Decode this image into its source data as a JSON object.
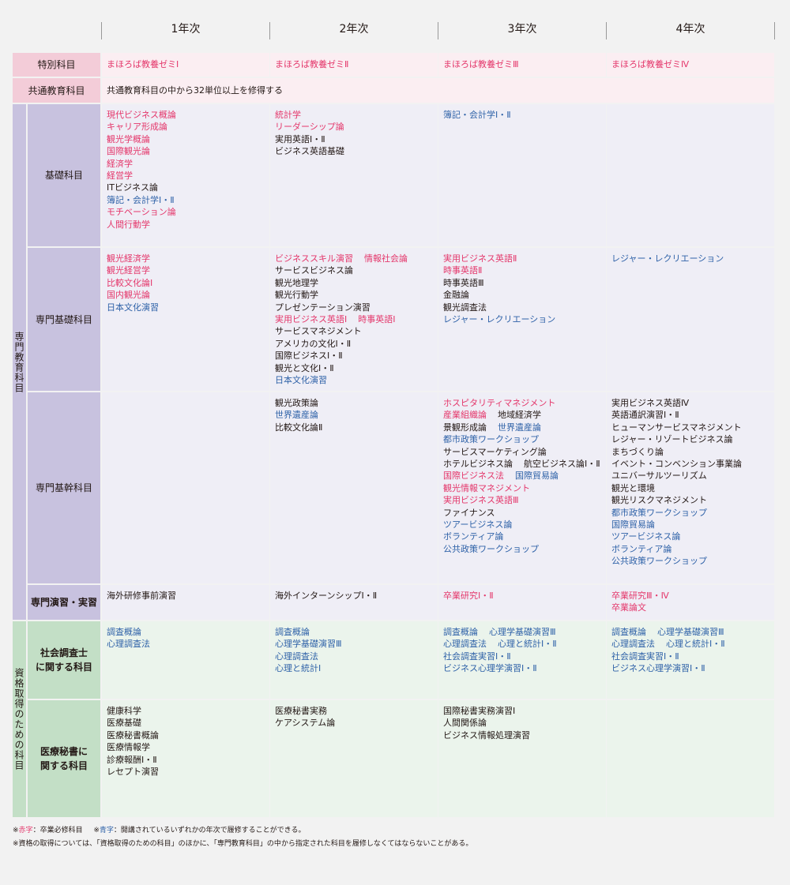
{
  "years": [
    "1年次",
    "2年次",
    "3年次",
    "4年次"
  ],
  "rows": {
    "tokubetsu": {
      "label": "特別科目",
      "cells": [
        [
          [
            {
              "t": "まほろば教養ゼミⅠ",
              "c": "red"
            }
          ]
        ],
        [
          [
            {
              "t": "まほろば教養ゼミⅡ",
              "c": "red"
            }
          ]
        ],
        [
          [
            {
              "t": "まほろば教養ゼミⅢ",
              "c": "red"
            }
          ]
        ],
        [
          [
            {
              "t": "まほろば教養ゼミⅣ",
              "c": "red"
            }
          ]
        ]
      ]
    },
    "kyotsu": {
      "label": "共通教育科目",
      "text": "共通教育科目の中から32単位以上を修得する"
    },
    "senmon_group": "専門教育科目",
    "kiso": {
      "label": "基礎科目",
      "cells": [
        [
          [
            {
              "t": "現代ビジネス概論",
              "c": "red"
            }
          ],
          [
            {
              "t": "キャリア形成論",
              "c": "red"
            }
          ],
          [
            {
              "t": "観光学概論",
              "c": "red"
            }
          ],
          [
            {
              "t": "国際観光論",
              "c": "red"
            }
          ],
          [
            {
              "t": "経済学",
              "c": "red"
            }
          ],
          [
            {
              "t": "経営学",
              "c": "red"
            }
          ],
          [
            {
              "t": "ITビジネス論",
              "c": "black"
            }
          ],
          [
            {
              "t": "簿記・会計学Ⅰ・Ⅱ",
              "c": "blue"
            }
          ],
          [
            {
              "t": "モチベーション論",
              "c": "red"
            }
          ],
          [
            {
              "t": "人間行動学",
              "c": "red"
            }
          ]
        ],
        [
          [
            {
              "t": "統計学",
              "c": "red"
            }
          ],
          [
            {
              "t": "リーダーシップ論",
              "c": "red"
            }
          ],
          [
            {
              "t": "実用英語Ⅰ・Ⅱ",
              "c": "black"
            }
          ],
          [
            {
              "t": "ビジネス英語基礎",
              "c": "black"
            }
          ]
        ],
        [
          [
            {
              "t": "簿記・会計学Ⅰ・Ⅱ",
              "c": "blue"
            }
          ]
        ],
        []
      ]
    },
    "senmon_kiso": {
      "label": "専門基礎科目",
      "cells": [
        [
          [
            {
              "t": "観光経済学",
              "c": "red"
            }
          ],
          [
            {
              "t": "観光経営学",
              "c": "red"
            }
          ],
          [
            {
              "t": "比較文化論Ⅰ",
              "c": "red"
            }
          ],
          [
            {
              "t": "国内観光論",
              "c": "red"
            }
          ],
          [
            {
              "t": "日本文化演習",
              "c": "blue"
            }
          ]
        ],
        [
          [
            {
              "t": "ビジネススキル演習",
              "c": "red"
            },
            {
              "t": "情報社会論",
              "c": "red"
            }
          ],
          [
            {
              "t": "サービスビジネス論",
              "c": "black"
            }
          ],
          [
            {
              "t": "観光地理学",
              "c": "black"
            }
          ],
          [
            {
              "t": "観光行動学",
              "c": "black"
            }
          ],
          [
            {
              "t": "プレゼンテーション演習",
              "c": "black"
            }
          ],
          [
            {
              "t": "実用ビジネス英語Ⅰ",
              "c": "red"
            },
            {
              "t": "時事英語Ⅰ",
              "c": "red"
            }
          ],
          [
            {
              "t": "サービスマネジメント",
              "c": "black"
            }
          ],
          [
            {
              "t": "アメリカの文化Ⅰ・Ⅱ",
              "c": "black"
            }
          ],
          [
            {
              "t": "国際ビジネスⅠ・Ⅱ",
              "c": "black"
            }
          ],
          [
            {
              "t": "観光と文化Ⅰ・Ⅱ",
              "c": "black"
            }
          ],
          [
            {
              "t": "日本文化演習",
              "c": "blue"
            }
          ]
        ],
        [
          [
            {
              "t": "実用ビジネス英語Ⅱ",
              "c": "red"
            }
          ],
          [
            {
              "t": "時事英語Ⅱ",
              "c": "red"
            }
          ],
          [
            {
              "t": "時事英語Ⅲ",
              "c": "black"
            }
          ],
          [
            {
              "t": "金融論",
              "c": "black"
            }
          ],
          [
            {
              "t": "観光調査法",
              "c": "black"
            }
          ],
          [
            {
              "t": "レジャー・レクリエーション",
              "c": "blue"
            }
          ]
        ],
        [
          [
            {
              "t": "レジャー・レクリエーション",
              "c": "blue"
            }
          ]
        ]
      ]
    },
    "senmon_kikan": {
      "label": "専門基幹科目",
      "cells": [
        [],
        [
          [
            {
              "t": "観光政策論",
              "c": "black"
            }
          ],
          [
            {
              "t": "世界遺産論",
              "c": "blue"
            }
          ],
          [
            {
              "t": "比較文化論Ⅱ",
              "c": "black"
            }
          ]
        ],
        [
          [
            {
              "t": "ホスピタリティマネジメント",
              "c": "red"
            }
          ],
          [
            {
              "t": "産業組織論",
              "c": "red"
            },
            {
              "t": "地域経済学",
              "c": "black"
            }
          ],
          [
            {
              "t": "景観形成論",
              "c": "black"
            },
            {
              "t": "世界遺産論",
              "c": "blue"
            }
          ],
          [
            {
              "t": "都市政策ワークショップ",
              "c": "blue"
            }
          ],
          [
            {
              "t": "サービスマーケティング論",
              "c": "black"
            }
          ],
          [
            {
              "t": "ホテルビジネス論",
              "c": "black"
            },
            {
              "t": "航空ビジネス論Ⅰ・Ⅱ",
              "c": "black"
            }
          ],
          [
            {
              "t": "国際ビジネス法",
              "c": "red"
            },
            {
              "t": "国際貿易論",
              "c": "blue"
            }
          ],
          [
            {
              "t": "観光情報マネジメント",
              "c": "red"
            }
          ],
          [
            {
              "t": "実用ビジネス英語Ⅲ",
              "c": "red"
            }
          ],
          [
            {
              "t": "ファイナンス",
              "c": "black"
            }
          ],
          [
            {
              "t": "ツアービジネス論",
              "c": "blue"
            }
          ],
          [
            {
              "t": "ボランティア論",
              "c": "blue"
            }
          ],
          [
            {
              "t": "公共政策ワークショップ",
              "c": "blue"
            }
          ]
        ],
        [
          [
            {
              "t": "実用ビジネス英語Ⅳ",
              "c": "black"
            }
          ],
          [
            {
              "t": "英語通訳演習Ⅰ・Ⅱ",
              "c": "black"
            }
          ],
          [
            {
              "t": "ヒューマンサービスマネジメント",
              "c": "black"
            }
          ],
          [
            {
              "t": "レジャー・リゾートビジネス論",
              "c": "black"
            }
          ],
          [
            {
              "t": "まちづくり論",
              "c": "black"
            }
          ],
          [
            {
              "t": "イベント・コンベンション事業論",
              "c": "black"
            }
          ],
          [
            {
              "t": "ユニバーサルツーリズム",
              "c": "black"
            }
          ],
          [
            {
              "t": "観光と環境",
              "c": "black"
            }
          ],
          [
            {
              "t": "観光リスクマネジメント",
              "c": "black"
            }
          ],
          [
            {
              "t": "都市政策ワークショップ",
              "c": "blue"
            }
          ],
          [
            {
              "t": "国際貿易論",
              "c": "blue"
            }
          ],
          [
            {
              "t": "ツアービジネス論",
              "c": "blue"
            }
          ],
          [
            {
              "t": "ボランティア論",
              "c": "blue"
            }
          ],
          [
            {
              "t": "公共政策ワークショップ",
              "c": "blue"
            }
          ]
        ]
      ]
    },
    "enshu": {
      "label": "専門演習・実習",
      "cells": [
        [
          [
            {
              "t": "海外研修事前演習",
              "c": "black"
            }
          ]
        ],
        [
          [
            {
              "t": "海外インターンシップⅠ・Ⅱ",
              "c": "black"
            }
          ]
        ],
        [
          [
            {
              "t": "卒業研究Ⅰ・Ⅱ",
              "c": "red"
            }
          ]
        ],
        [
          [
            {
              "t": "卒業研究Ⅲ・Ⅳ",
              "c": "red"
            }
          ],
          [
            {
              "t": "卒業論文",
              "c": "red"
            }
          ]
        ]
      ]
    },
    "shikaku_group": "資格取得のための科目",
    "shakai": {
      "label": "社会調査士に関する科目",
      "label_lines": [
        "社会調査士",
        "に関する科目"
      ],
      "cells": [
        [
          [
            {
              "t": "調査概論",
              "c": "blue"
            }
          ],
          [
            {
              "t": "心理調査法",
              "c": "blue"
            }
          ]
        ],
        [
          [
            {
              "t": "調査概論",
              "c": "blue"
            }
          ],
          [
            {
              "t": "心理学基礎演習Ⅲ",
              "c": "blue"
            }
          ],
          [
            {
              "t": "心理調査法",
              "c": "blue"
            }
          ],
          [
            {
              "t": "心理と統計Ⅰ",
              "c": "blue"
            }
          ]
        ],
        [
          [
            {
              "t": "調査概論",
              "c": "blue"
            },
            {
              "t": "心理学基礎演習Ⅲ",
              "c": "blue"
            }
          ],
          [
            {
              "t": "心理調査法",
              "c": "blue"
            },
            {
              "t": "心理と統計Ⅰ・Ⅱ",
              "c": "blue"
            }
          ],
          [
            {
              "t": "社会調査実習Ⅰ・Ⅱ",
              "c": "blue"
            }
          ],
          [
            {
              "t": "ビジネス心理学演習Ⅰ・Ⅱ",
              "c": "blue"
            }
          ]
        ],
        [
          [
            {
              "t": "調査概論",
              "c": "blue"
            },
            {
              "t": "心理学基礎演習Ⅲ",
              "c": "blue"
            }
          ],
          [
            {
              "t": "心理調査法",
              "c": "blue"
            },
            {
              "t": "心理と統計Ⅰ・Ⅱ",
              "c": "blue"
            }
          ],
          [
            {
              "t": "社会調査実習Ⅰ・Ⅱ",
              "c": "blue"
            }
          ],
          [
            {
              "t": "ビジネス心理学演習Ⅰ・Ⅱ",
              "c": "blue"
            }
          ]
        ]
      ]
    },
    "iryo": {
      "label": "医療秘書に関する科目",
      "label_lines": [
        "医療秘書に",
        "関する科目"
      ],
      "cells": [
        [
          [
            {
              "t": "健康科学",
              "c": "black"
            }
          ],
          [
            {
              "t": "医療基礎",
              "c": "black"
            }
          ],
          [
            {
              "t": "医療秘書概論",
              "c": "black"
            }
          ],
          [
            {
              "t": "医療情報学",
              "c": "black"
            }
          ],
          [
            {
              "t": "診療報酬Ⅰ・Ⅱ",
              "c": "black"
            }
          ],
          [
            {
              "t": "レセプト演習",
              "c": "black"
            }
          ]
        ],
        [
          [
            {
              "t": "医療秘書実務",
              "c": "black"
            }
          ],
          [
            {
              "t": "ケアシステム論",
              "c": "black"
            }
          ]
        ],
        [
          [
            {
              "t": "国際秘書実務演習Ⅰ",
              "c": "black"
            }
          ],
          [
            {
              "t": "人間関係論",
              "c": "black"
            }
          ],
          [
            {
              "t": "ビジネス情報処理演習",
              "c": "black"
            }
          ]
        ],
        []
      ]
    }
  },
  "footer": {
    "mark1": "※",
    "red_word": "赤字",
    "red_meaning": "：卒業必修科目",
    "mark2": "※",
    "blue_word": "青字",
    "blue_meaning": "：開講されているいずれかの年次で履修することができる。",
    "note2": "※資格の取得については、「資格取得のための科目」のほかに、「専門教育科目」の中から指定された科目を履修しなくてはならないことがある。"
  },
  "colors": {
    "pink_label": "#f3ccd8",
    "pink_cell": "#fbeef2",
    "purple_group": "#c8c2df",
    "purple_cell": "#efeef6",
    "green_group": "#c3dfc6",
    "green_cell": "#ebf4ec",
    "red_text": "#e4376b",
    "blue_text": "#2f62a8"
  }
}
